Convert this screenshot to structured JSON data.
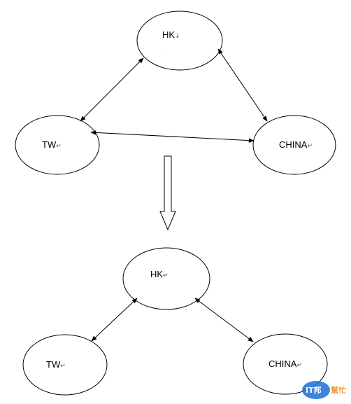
{
  "diagram": {
    "top": {
      "hk": "HK",
      "tw": "TW",
      "china": "CHINA"
    },
    "bottom": {
      "hk": "HK",
      "tw": "TW",
      "china": "CHINA"
    }
  },
  "marks": {
    "down_arrow": "↓",
    "return": "↵"
  },
  "watermark": {
    "logo_text": "IT邦",
    "sub_text": "幫忙"
  },
  "colors": {
    "stroke": "#000000",
    "watermark_blue": "#1e6fd6",
    "watermark_orange": "#f08a24"
  }
}
